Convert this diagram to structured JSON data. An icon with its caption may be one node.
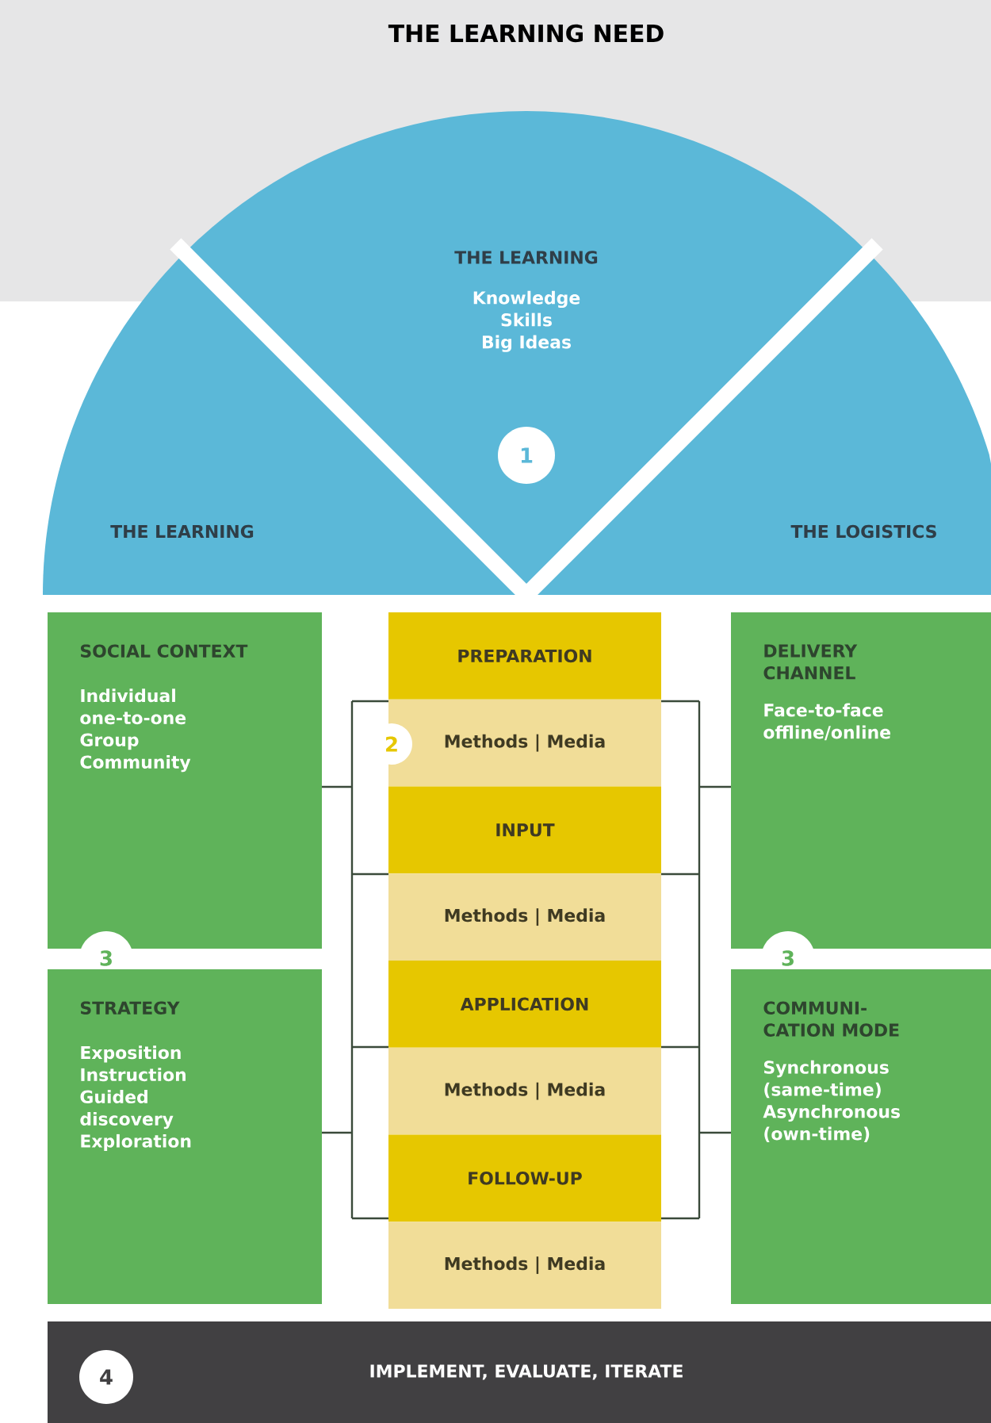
{
  "diagram": {
    "title": "THE LEARNING NEED",
    "nodes": [
      {
        "text": [
          "THE LEARNING"
        ]
      },
      {
        "text": [
          "THE LEARNING",
          "Knowledge Skills Big Ideas"
        ]
      },
      {
        "text": [
          "1"
        ],
        "in": 1
      },
      {
        "text": [
          "THE LOGISTICS"
        ]
      },
      {
        "text": [
          "SOCIAL CONTEXT",
          "Individual one-to-one Group Community"
        ]
      },
      {
        "text": [
          "3"
        ]
      },
      {
        "text": [
          "STRATEGY",
          "Exposition Instruction Guided discovery Exploration"
        ]
      },
      {
        "text": [
          "PREPARATION"
        ]
      },
      {
        "text": [
          "Methods | Media"
        ]
      },
      {
        "text": [
          "2"
        ]
      },
      {
        "text": [
          "INPUT"
        ]
      },
      {
        "text": [
          "Methods | Media"
        ]
      },
      {
        "text": [
          "APPLICATION"
        ]
      },
      {
        "text": [
          "Methods | Media"
        ]
      },
      {
        "text": [
          "FOLLOW-UP"
        ]
      },
      {
        "text": [
          "Methods | Media"
        ]
      },
      {
        "text": [
          "DELIVERY CHANNEL",
          "Face-to-face offline/online"
        ]
      },
      {
        "text": [
          "3"
        ]
      },
      {
        "text": [
          "COMMUNI- CATION MODE",
          "Synchronous (same-time) Asynchronous (own-time)"
        ]
      },
      {
        "text": [
          "IMPLEMENT, EVALUATE, ITERATE"
        ]
      },
      {
        "text": [
          "4"
        ],
        "in": 19
      }
    ]
  }
}
